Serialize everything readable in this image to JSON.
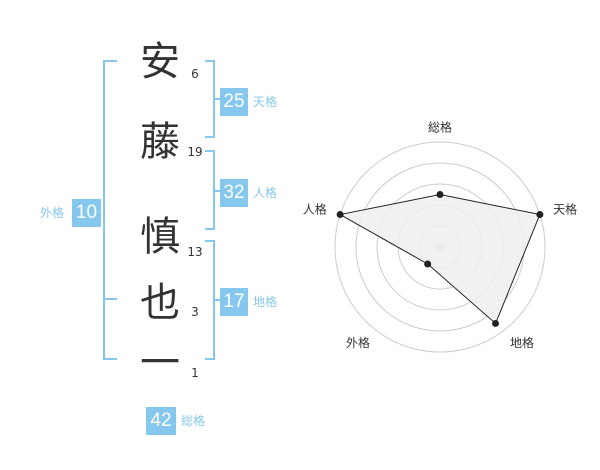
{
  "name": {
    "chars": [
      "安",
      "藤",
      "慎",
      "也",
      "一"
    ],
    "strokes": [
      "6",
      "19",
      "13",
      "3",
      "1"
    ]
  },
  "kakusu": {
    "tenkaku": {
      "value": "25",
      "label": "天格"
    },
    "jinkaku": {
      "value": "32",
      "label": "人格"
    },
    "chikaku": {
      "value": "17",
      "label": "地格"
    },
    "gaikaku": {
      "value": "10",
      "label": "外格"
    },
    "soukaku": {
      "value": "42",
      "label": "総格"
    }
  },
  "chart_data": {
    "type": "radar",
    "axes": [
      "総格",
      "天格",
      "地格",
      "外格",
      "人格"
    ],
    "values": [
      2.5,
      5,
      4.5,
      1,
      5
    ],
    "max": 5,
    "rings": 5,
    "colors": {
      "fill": "#eeeeee",
      "stroke": "#222222",
      "ring": "#cccccc",
      "center": "#cccccc"
    }
  },
  "colors": {
    "accent": "#86c7ee",
    "text": "#333333"
  }
}
